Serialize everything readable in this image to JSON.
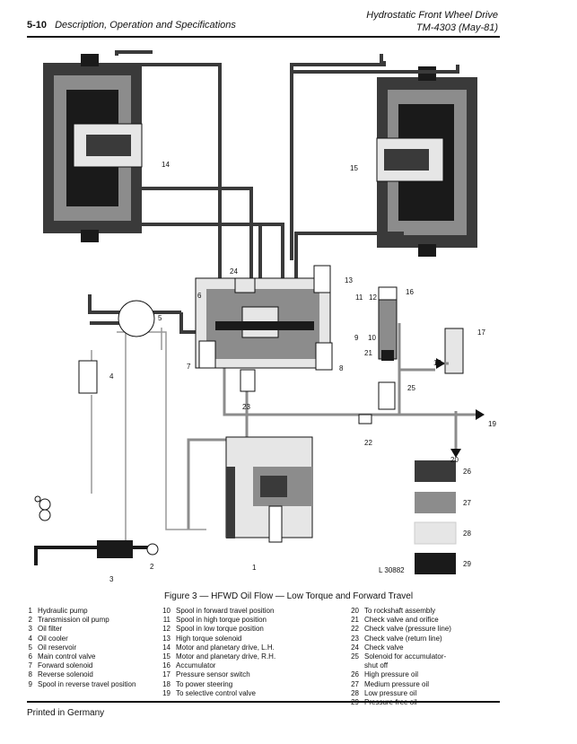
{
  "header": {
    "page_number": "5-10",
    "section": "Description, Operation and Specifications",
    "title": "Hydrostatic Front Wheel Drive",
    "doc_id": "TM-4303 (May-81)"
  },
  "diagram": {
    "callouts": [
      "1",
      "2",
      "3",
      "4",
      "5",
      "6",
      "7",
      "8",
      "9",
      "10",
      "11",
      "12",
      "13",
      "14",
      "15",
      "16",
      "17",
      "18",
      "19",
      "20",
      "21",
      "22",
      "23",
      "24",
      "25",
      "26",
      "27",
      "28",
      "29"
    ],
    "ref_code": "L 30882"
  },
  "caption": "Figure 3 — HFWD Oil Flow — Low Torque and Forward Travel",
  "legend": {
    "col1": [
      {
        "num": "1",
        "text": "Hydraulic pump"
      },
      {
        "num": "2",
        "text": "Transmission oil pump"
      },
      {
        "num": "3",
        "text": "Oil filter"
      },
      {
        "num": "4",
        "text": "Oil cooler"
      },
      {
        "num": "5",
        "text": "Oil reservoir"
      },
      {
        "num": "6",
        "text": "Main control valve"
      },
      {
        "num": "7",
        "text": "Forward solenoid"
      },
      {
        "num": "8",
        "text": "Reverse solenoid"
      },
      {
        "num": "9",
        "text": "Spool in reverse travel position"
      }
    ],
    "col2": [
      {
        "num": "10",
        "text": "Spool in forward travel position"
      },
      {
        "num": "11",
        "text": "Spool in high torque position"
      },
      {
        "num": "12",
        "text": "Spool in low torque position"
      },
      {
        "num": "13",
        "text": "High torque solenoid"
      },
      {
        "num": "14",
        "text": "Motor and planetary drive, L.H."
      },
      {
        "num": "15",
        "text": "Motor and planetary drive, R.H."
      },
      {
        "num": "16",
        "text": "Accumulator"
      },
      {
        "num": "17",
        "text": "Pressure sensor switch"
      },
      {
        "num": "18",
        "text": "To power steering"
      },
      {
        "num": "19",
        "text": "To selective control valve"
      }
    ],
    "col3": [
      {
        "num": "20",
        "text": "To rockshaft assembly"
      },
      {
        "num": "21",
        "text": "Check valve and orifice"
      },
      {
        "num": "22",
        "text": "Check valve (pressure line)"
      },
      {
        "num": "23",
        "text": "Check valve (return line)"
      },
      {
        "num": "24",
        "text": "Check valve"
      },
      {
        "num": "25",
        "text": "Solenoid for accumulator-"
      },
      {
        "num": "",
        "text": "shut off"
      },
      {
        "num": "26",
        "text": "High pressure oil"
      },
      {
        "num": "27",
        "text": "Medium pressure oil"
      },
      {
        "num": "28",
        "text": "Low pressure oil"
      },
      {
        "num": "29",
        "text": "Pressure-free oil"
      }
    ]
  },
  "colors": {
    "high_pressure": "#3a3a3a",
    "medium_pressure": "#8c8c8c",
    "low_pressure": "#e6e6e6",
    "pressure_free": "#1a1a1a"
  },
  "footer": "Printed in Germany"
}
